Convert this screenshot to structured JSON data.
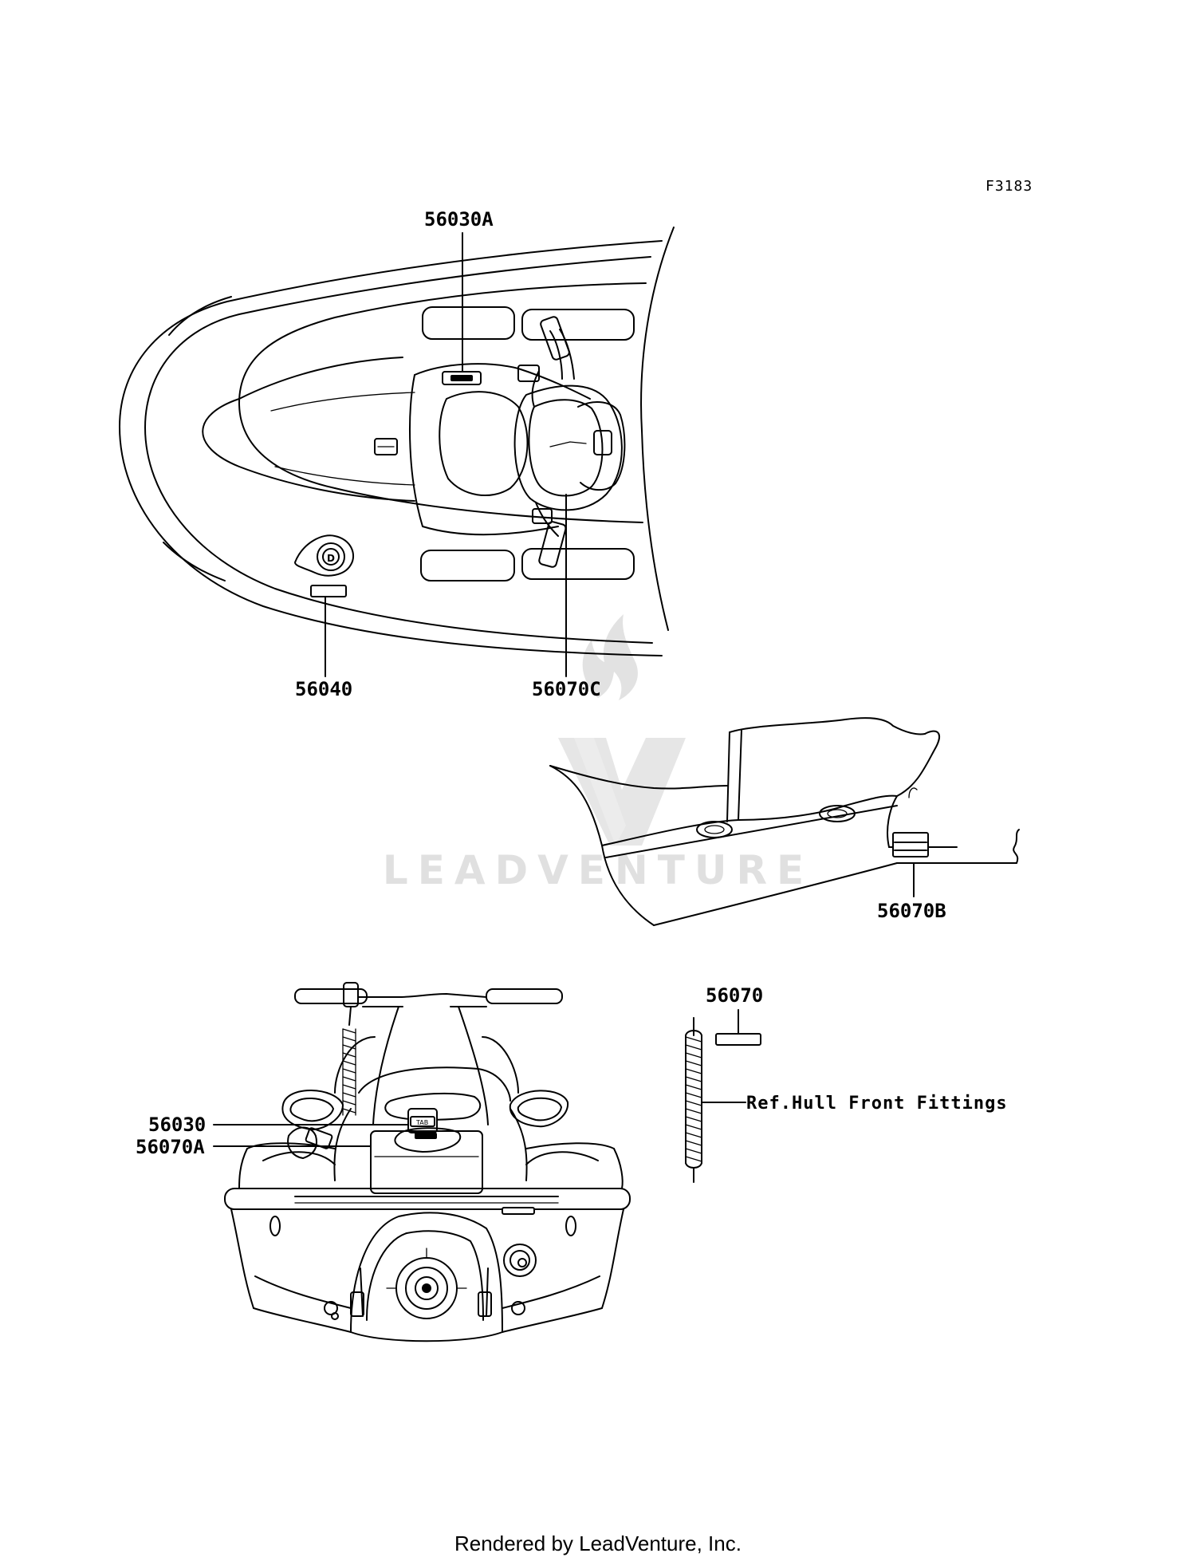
{
  "figure_code": "F3183",
  "labels": {
    "p56030A": "56030A",
    "p56040": "56040",
    "p56070C": "56070C",
    "p56070B": "56070B",
    "p56070": "56070",
    "p56030": "56030",
    "p56070A": "56070A",
    "ref_hull": "Ref.Hull Front Fittings"
  },
  "watermark": {
    "brand": "LEADVENTURE"
  },
  "footer": {
    "credit": "Rendered by LeadVenture, Inc."
  }
}
